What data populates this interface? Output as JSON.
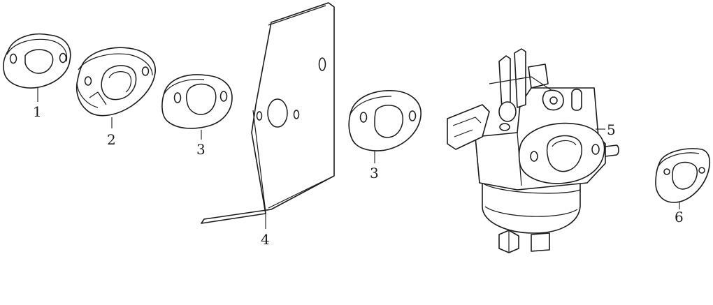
{
  "diagram": {
    "callouts": [
      {
        "id": "gasket-1",
        "label": "1"
      },
      {
        "id": "insulator-2",
        "label": "2"
      },
      {
        "id": "gasket-3a",
        "label": "3"
      },
      {
        "id": "plate-4",
        "label": "4"
      },
      {
        "id": "gasket-3b",
        "label": "3"
      },
      {
        "id": "carburetor-5",
        "label": "5"
      },
      {
        "id": "gasket-6",
        "label": "6"
      }
    ]
  }
}
